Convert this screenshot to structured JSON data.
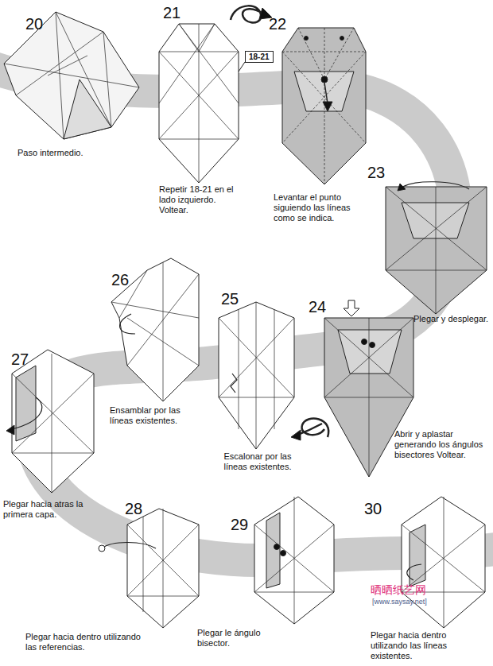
{
  "diagram": {
    "nodes": [
      {
        "text": [
          "18-21"
        ]
      }
    ],
    "labels": [
      "20",
      "Paso intermedio.",
      "21",
      "Repetir 18-21 en el lado izquierdo. Voltear.",
      "22",
      "Levantar el punto siguiendo las líneas como se indica.",
      "23",
      "Plegar y desplegar.",
      "24",
      "Abrir y aplastar generando los ángulos bisectores Voltear.",
      "25",
      "Escalonar por las líneas existentes.",
      "26",
      "Ensamblar por las líneas existentes.",
      "27",
      "Plegar hacia atras la primera capa.",
      "28",
      "Plegar hacia dentro utilizando las referencias.",
      "29",
      "Plegar le ángulo bisector.",
      "30",
      "Plegar hacia dentro utilizando las líneas existentes.",
      "晒晒纸艺网",
      "[www.saysay.net]"
    ]
  }
}
